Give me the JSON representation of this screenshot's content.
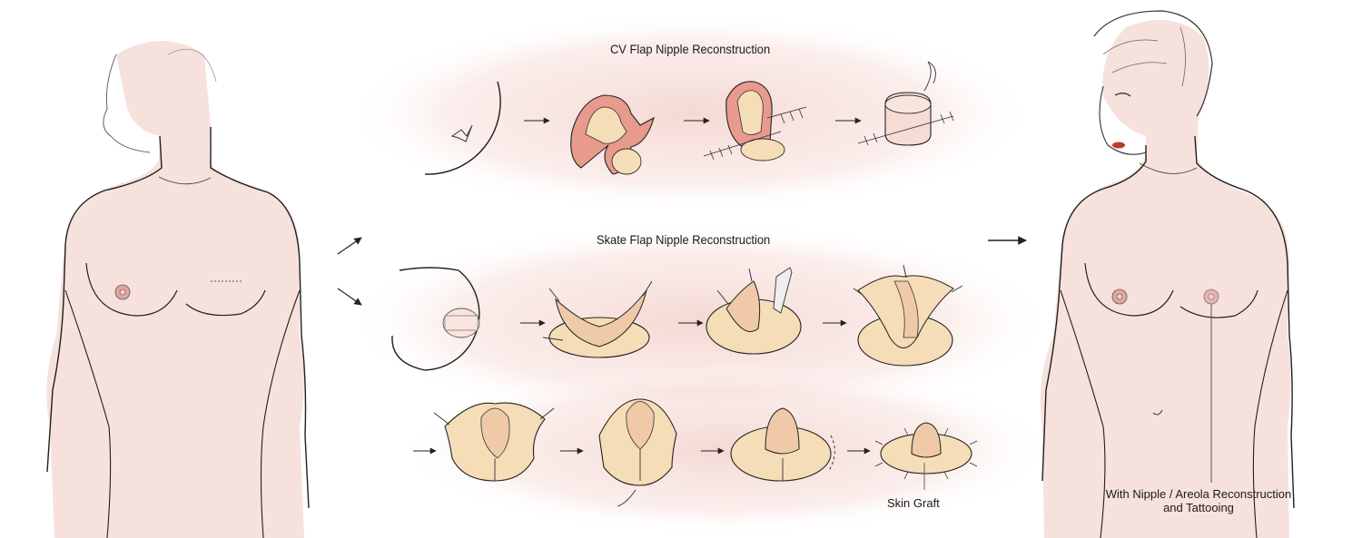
{
  "titles": {
    "cv_flap": "CV Flap Nipple Reconstruction",
    "skate_flap": "Skate Flap Nipple Reconstruction"
  },
  "labels": {
    "skin_graft": "Skin Graft",
    "result_line1": "With Nipple / Areola Reconstruction",
    "result_line2": "and Tattooing"
  },
  "colors": {
    "skin": "#f7e1dc",
    "glow": "#f3d2cc",
    "flap": "#f5ddb8",
    "flap_inner": "#f0c9a8",
    "flap_red": "#e89a8c",
    "areola": "#e3a5a0",
    "lips": "#c0392b",
    "line": "#1f1f1f"
  },
  "icons": {
    "arrow": "right-arrow-icon"
  }
}
